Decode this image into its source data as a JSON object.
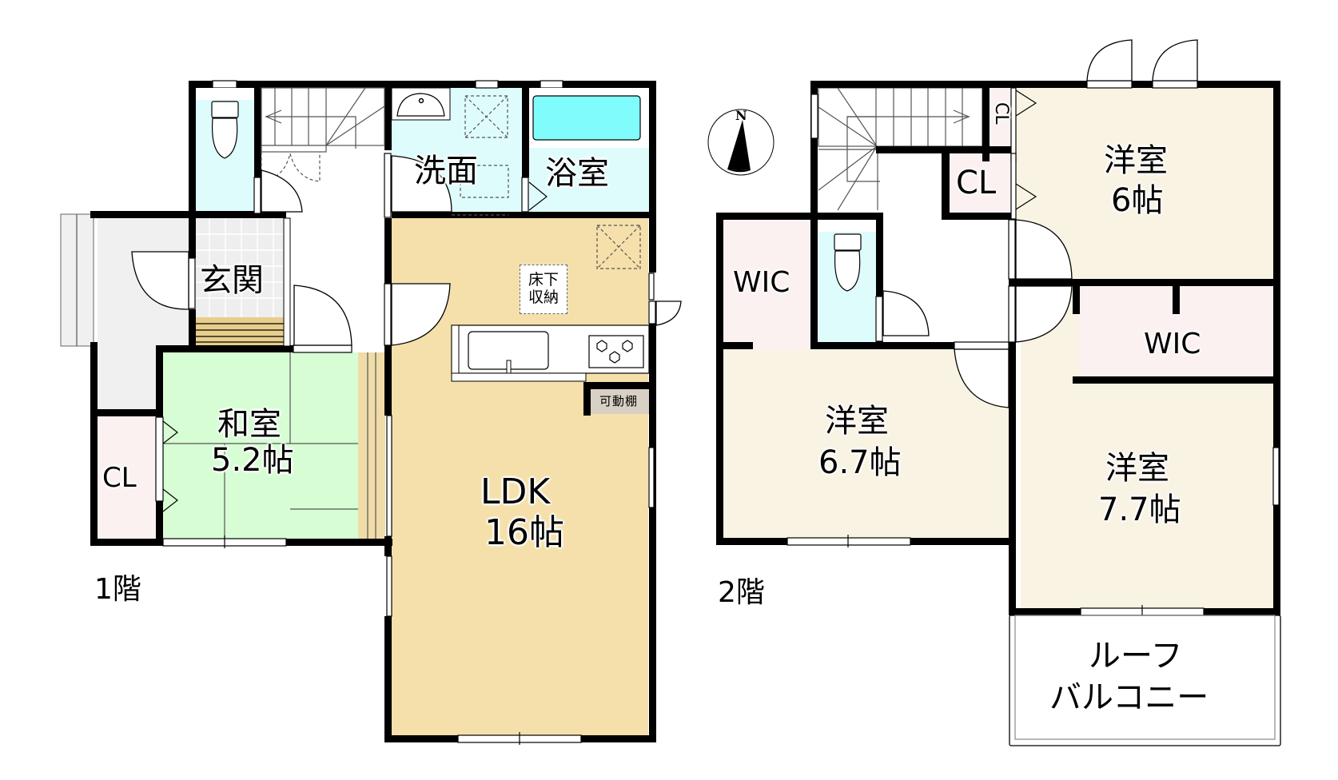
{
  "colors": {
    "wall": "#000000",
    "ldk": "#F5E0AB",
    "washitsu": "#D7FDD4",
    "tatami_edge": "#F0DCA8",
    "water": "#DFFCFC",
    "bathtub": "#80FCFC",
    "closet": "#FCF1F1",
    "western_room": "#F9F3E4",
    "entrance_tile": "#EEEEEE",
    "shelf": "#D8D0C4",
    "step": "#E8CE8C"
  },
  "floor1": {
    "label": "1階",
    "rooms": {
      "toilet": {
        "label": ""
      },
      "entrance": {
        "label": "玄関"
      },
      "washroom": {
        "label": "洗面"
      },
      "bathroom": {
        "label": "浴室"
      },
      "washitsu": {
        "label": "和室",
        "size": "5.2帖"
      },
      "closet": {
        "label": "CL"
      },
      "ldk": {
        "label": "LDK",
        "size": "16帖"
      },
      "underfloor_storage": {
        "line1": "床下",
        "line2": "収納"
      },
      "movable_shelf": {
        "label": "可動棚"
      }
    }
  },
  "floor2": {
    "label": "2階",
    "compass": {
      "label": "N"
    },
    "rooms": {
      "closet_small": {
        "label": "CL"
      },
      "closet_hall": {
        "label": "CL"
      },
      "wic_left": {
        "label": "WIC"
      },
      "wic_right": {
        "label": "WIC"
      },
      "western_6": {
        "label": "洋室",
        "size": "6帖"
      },
      "western_67": {
        "label": "洋室",
        "size": "6.7帖"
      },
      "western_77": {
        "label": "洋室",
        "size": "7.7帖"
      },
      "roof_balcony": {
        "line1": "ルーフ",
        "line2": "バルコニー"
      }
    }
  }
}
